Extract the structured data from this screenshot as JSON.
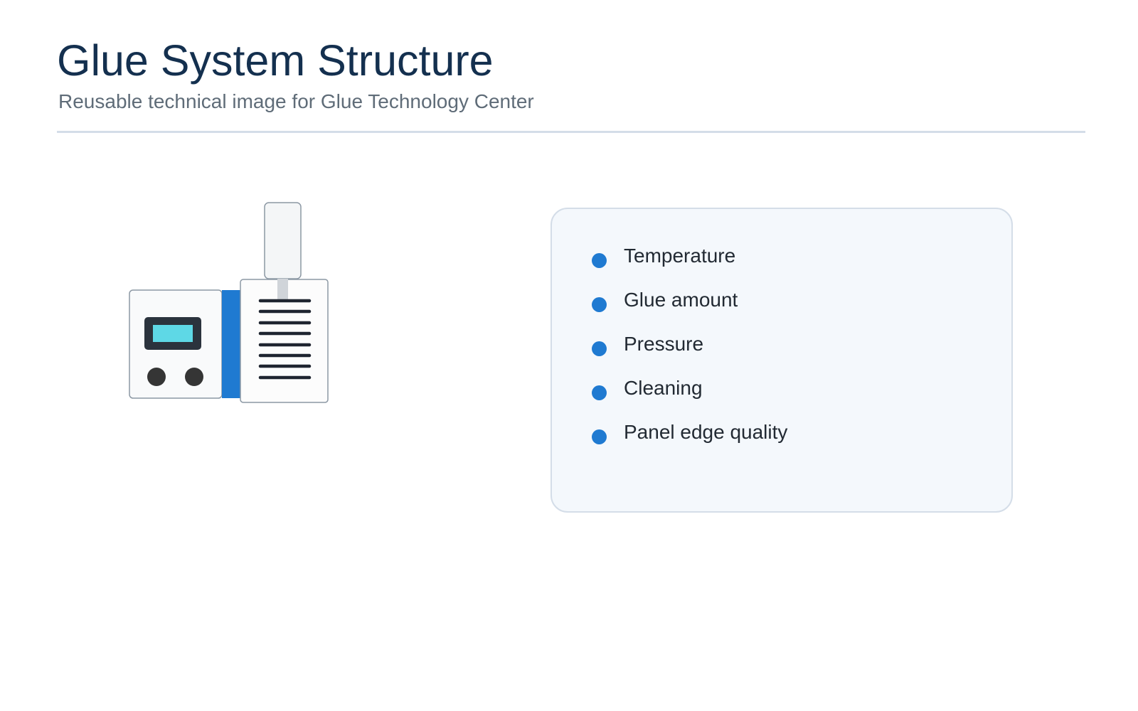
{
  "header": {
    "title": "Glue System Structure",
    "subtitle": "Reusable technical image for Glue Technology Center"
  },
  "illustration": {
    "icon": "glue-machine-icon",
    "colors": {
      "accent": "#1f7ad1",
      "display_screen": "#5ed8e6",
      "dark": "#2b333d",
      "outline": "#8c98a4"
    }
  },
  "features": {
    "bullet_color": "#1f7ad1",
    "items": [
      {
        "label": "Temperature"
      },
      {
        "label": "Glue amount"
      },
      {
        "label": "Pressure"
      },
      {
        "label": "Cleaning"
      },
      {
        "label": "Panel edge quality"
      }
    ]
  }
}
